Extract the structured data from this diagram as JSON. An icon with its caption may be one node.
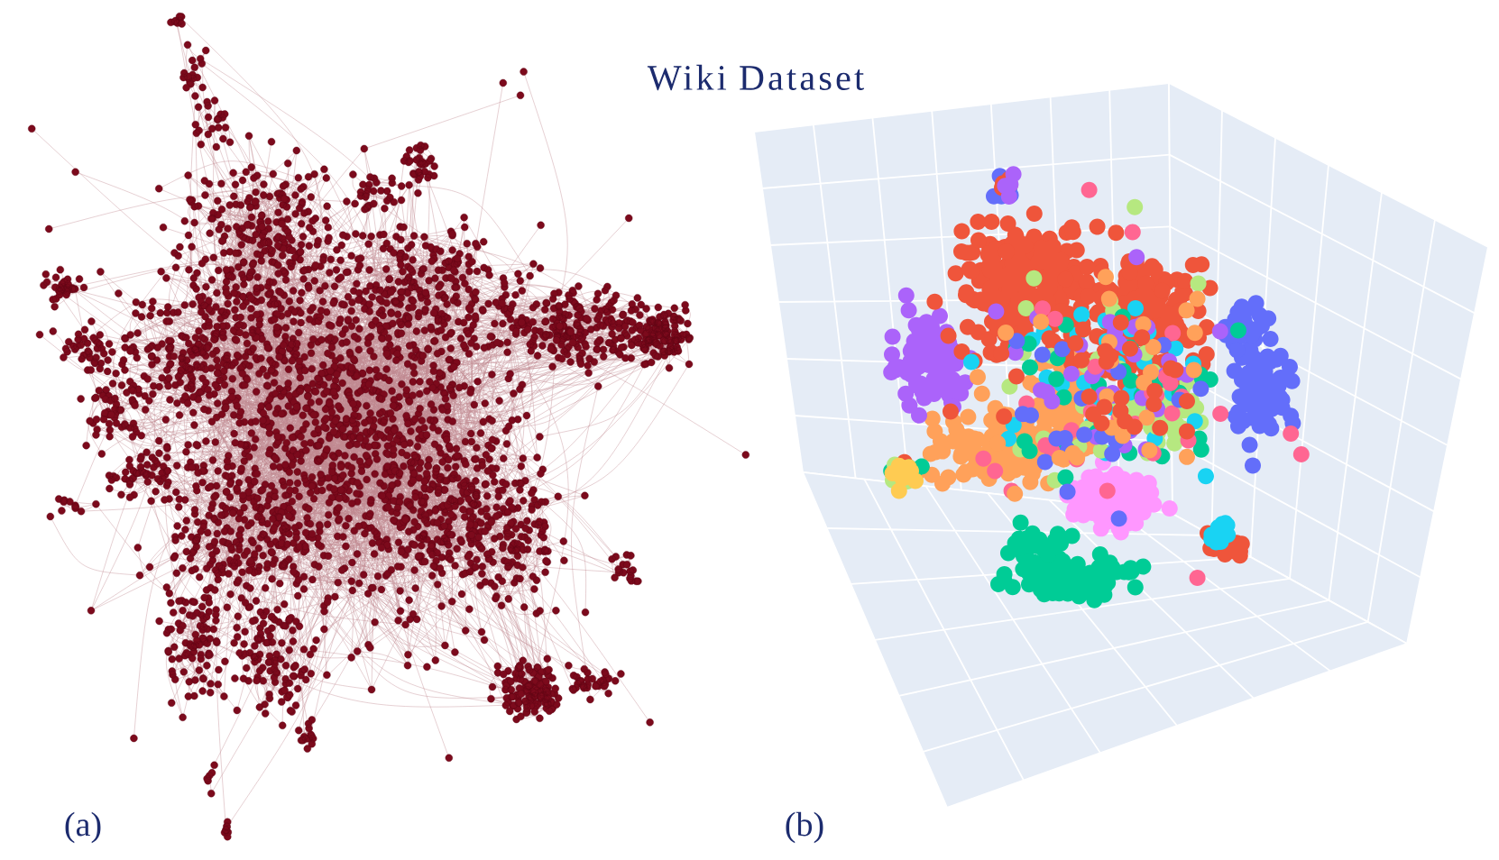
{
  "diagram": {
    "title": "Wiki Dataset",
    "labels": [
      "(a)",
      "(b)"
    ]
  }
}
